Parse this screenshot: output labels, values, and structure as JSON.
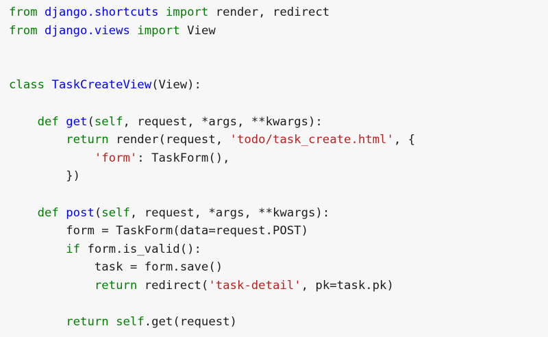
{
  "code": {
    "language": "python",
    "lines": [
      [
        {
          "t": "from",
          "c": "kw"
        },
        {
          "t": " ",
          "c": ""
        },
        {
          "t": "django.shortcuts",
          "c": "name"
        },
        {
          "t": " ",
          "c": ""
        },
        {
          "t": "import",
          "c": "kw"
        },
        {
          "t": " render, redirect",
          "c": ""
        }
      ],
      [
        {
          "t": "from",
          "c": "kw"
        },
        {
          "t": " ",
          "c": ""
        },
        {
          "t": "django.views",
          "c": "name"
        },
        {
          "t": " ",
          "c": ""
        },
        {
          "t": "import",
          "c": "kw"
        },
        {
          "t": " View",
          "c": ""
        }
      ],
      [],
      [],
      [
        {
          "t": "class",
          "c": "kw"
        },
        {
          "t": " ",
          "c": ""
        },
        {
          "t": "TaskCreateView",
          "c": "name"
        },
        {
          "t": "(View):",
          "c": ""
        }
      ],
      [],
      [
        {
          "t": "    ",
          "c": ""
        },
        {
          "t": "def",
          "c": "kw"
        },
        {
          "t": " ",
          "c": ""
        },
        {
          "t": "get",
          "c": "name"
        },
        {
          "t": "(",
          "c": ""
        },
        {
          "t": "self",
          "c": "builtin"
        },
        {
          "t": ", request, *args, **kwargs):",
          "c": ""
        }
      ],
      [
        {
          "t": "        ",
          "c": ""
        },
        {
          "t": "return",
          "c": "kw"
        },
        {
          "t": " render(request, ",
          "c": ""
        },
        {
          "t": "'todo/task_create.html'",
          "c": "str"
        },
        {
          "t": ", {",
          "c": ""
        }
      ],
      [
        {
          "t": "            ",
          "c": ""
        },
        {
          "t": "'form'",
          "c": "str"
        },
        {
          "t": ": TaskForm(),",
          "c": ""
        }
      ],
      [
        {
          "t": "        })",
          "c": ""
        }
      ],
      [],
      [
        {
          "t": "    ",
          "c": ""
        },
        {
          "t": "def",
          "c": "kw"
        },
        {
          "t": " ",
          "c": ""
        },
        {
          "t": "post",
          "c": "name"
        },
        {
          "t": "(",
          "c": ""
        },
        {
          "t": "self",
          "c": "builtin"
        },
        {
          "t": ", request, *args, **kwargs):",
          "c": ""
        }
      ],
      [
        {
          "t": "        form = TaskForm(data=request.POST)",
          "c": ""
        }
      ],
      [
        {
          "t": "        ",
          "c": ""
        },
        {
          "t": "if",
          "c": "kw"
        },
        {
          "t": " form.is_valid():",
          "c": ""
        }
      ],
      [
        {
          "t": "            task = form.save()",
          "c": ""
        }
      ],
      [
        {
          "t": "            ",
          "c": ""
        },
        {
          "t": "return",
          "c": "kw"
        },
        {
          "t": " redirect(",
          "c": ""
        },
        {
          "t": "'task-detail'",
          "c": "str"
        },
        {
          "t": ", pk=task.pk)",
          "c": ""
        }
      ],
      [],
      [
        {
          "t": "        ",
          "c": ""
        },
        {
          "t": "return",
          "c": "kw"
        },
        {
          "t": " ",
          "c": ""
        },
        {
          "t": "self",
          "c": "builtin"
        },
        {
          "t": ".get(request)",
          "c": ""
        }
      ]
    ]
  },
  "colors": {
    "background": "#f7f7f7",
    "text": "#1c1c1c",
    "keyword": "#008000",
    "name": "#0000ff",
    "string": "#ba2121"
  }
}
